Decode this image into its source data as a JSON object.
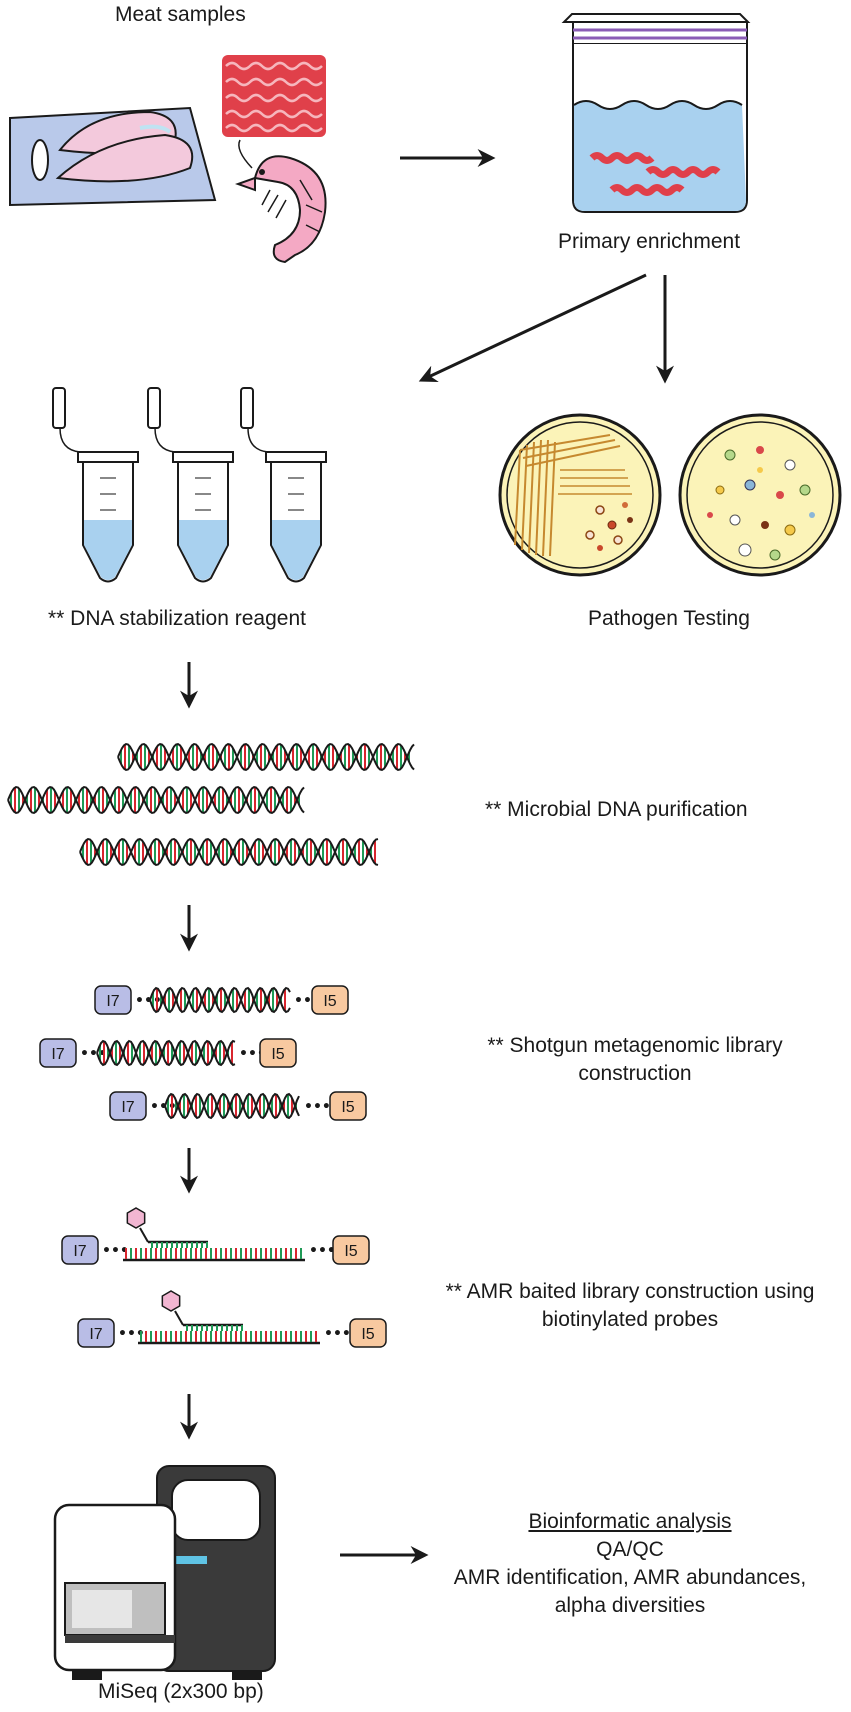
{
  "labels": {
    "meat_samples": "Meat samples",
    "primary_enrichment": "Primary enrichment",
    "dna_stabilization": "** DNA stabilization reagent",
    "pathogen_testing": "Pathogen Testing",
    "microbial_dna_purification": "** Microbial DNA purification",
    "shotgun_library": "** Shotgun metagenomic library construction",
    "amr_baited_library": "** AMR baited library construction using biotinylated probes",
    "sequencer": "MiSeq (2x300 bp)"
  },
  "bioinformatics": {
    "title": "Bioinformatic analysis",
    "line1": "QA/QC",
    "line2": "AMR identification, AMR abundances,",
    "line3": "alpha diversities"
  },
  "adapters": {
    "left": "I7",
    "right": "I5",
    "dots": "•••"
  },
  "colors": {
    "adapter_i7": "#b9bde6",
    "adapter_i5": "#f8c9a0",
    "dna_red": "#d8262e",
    "dna_green": "#1f9a56",
    "liquid_blue": "#a9d1ef",
    "meat_red": "#e0404a",
    "plate_yellow": "#fbf3b8",
    "device_dark": "#3a3a3a"
  }
}
